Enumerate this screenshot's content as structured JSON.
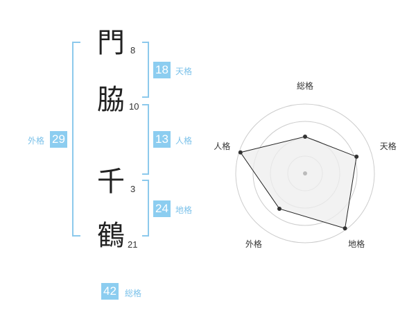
{
  "name": {
    "characters": [
      {
        "char": "門",
        "strokes": "8"
      },
      {
        "char": "脇",
        "strokes": "10"
      },
      {
        "char": "千",
        "strokes": "3"
      },
      {
        "char": "鶴",
        "strokes": "21"
      }
    ]
  },
  "fortunes": {
    "tenkaku": {
      "value": "18",
      "label": "天格"
    },
    "jinkaku": {
      "value": "13",
      "label": "人格"
    },
    "chikaku": {
      "value": "24",
      "label": "地格"
    },
    "gaikaku": {
      "value": "29",
      "label": "外格"
    },
    "soukaku": {
      "value": "42",
      "label": "総格"
    }
  },
  "radar": {
    "axes": [
      "総格",
      "天格",
      "地格",
      "外格",
      "人格"
    ],
    "levels": 4,
    "values": [
      0.53,
      0.78,
      0.98,
      0.63,
      0.98
    ],
    "colors": {
      "grid": "#cccccc",
      "fill": "#eeeeee",
      "line": "#222222",
      "point": "#333333",
      "center": "#bbbbbb"
    }
  },
  "colors": {
    "accent": "#8ccdf0",
    "label": "#7cc2ea",
    "bracket": "#8cc9ec"
  }
}
